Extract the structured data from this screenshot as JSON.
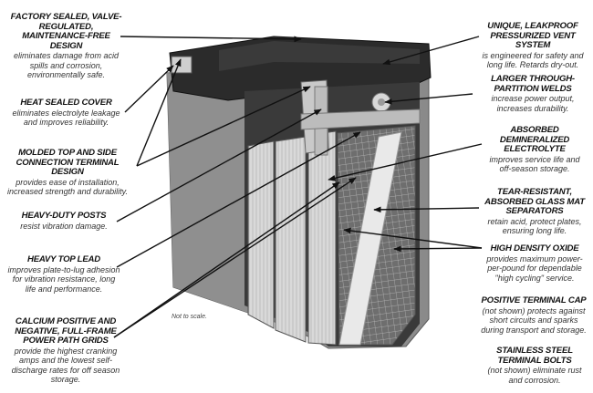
{
  "diagram": {
    "subject": "AGM battery cutaway",
    "note": "Not to scale.",
    "left_callouts": [
      {
        "title": "FACTORY SEALED, VALVE-REGULATED, MAINTENANCE-FREE DESIGN",
        "desc": "eliminates damage from acid spills and corrosion, environmentally safe."
      },
      {
        "title": "HEAT SEALED COVER",
        "desc": "eliminates electrolyte leakage and improves reliability."
      },
      {
        "title": "MOLDED TOP AND SIDE CONNECTION TERMINAL DESIGN",
        "desc": "provides ease of installation, increased strength and durability."
      },
      {
        "title": "HEAVY-DUTY POSTS",
        "desc": "resist vibration damage."
      },
      {
        "title": "HEAVY TOP LEAD",
        "desc": "improves plate-to-lug adhesion for vibration resistance, long life and performance."
      },
      {
        "title": "CALCIUM POSITIVE AND NEGATIVE, FULL-FRAME POWER PATH GRIDS",
        "desc": "provide the highest cranking amps and the lowest self-discharge rates for off season storage."
      }
    ],
    "right_callouts": [
      {
        "title": "UNIQUE, LEAKPROOF PRESSURIZED VENT SYSTEM",
        "desc": "is engineered for safety and long life. Retards dry-out."
      },
      {
        "title": "LARGER THROUGH-PARTITION WELDS",
        "desc": "increase power output, increases durability."
      },
      {
        "title": "ABSORBED DEMINERALIZED ELECTROLYTE",
        "desc": "improves service life and off-season storage."
      },
      {
        "title": "TEAR-RESISTANT, ABSORBED GLASS MAT SEPARATORS",
        "desc": "retain acid, protect plates, ensuring long life."
      },
      {
        "title": "HIGH DENSITY OXIDE",
        "desc": "provides maximum power-per-pound for dependable \"high cycling\" service."
      },
      {
        "title": "POSITIVE TERMINAL CAP",
        "desc": "(not shown) protects against short circuits and sparks during transport and storage."
      },
      {
        "title": "STAINLESS STEEL TERMINAL BOLTS",
        "desc": "(not shown) eliminate rust and corrosion."
      }
    ],
    "colors": {
      "case": "#8e8e8e",
      "case_dark": "#6f6f6f",
      "lid": "#2a2a2a",
      "plates": "#d8d8d8",
      "leader": "#111111"
    }
  }
}
